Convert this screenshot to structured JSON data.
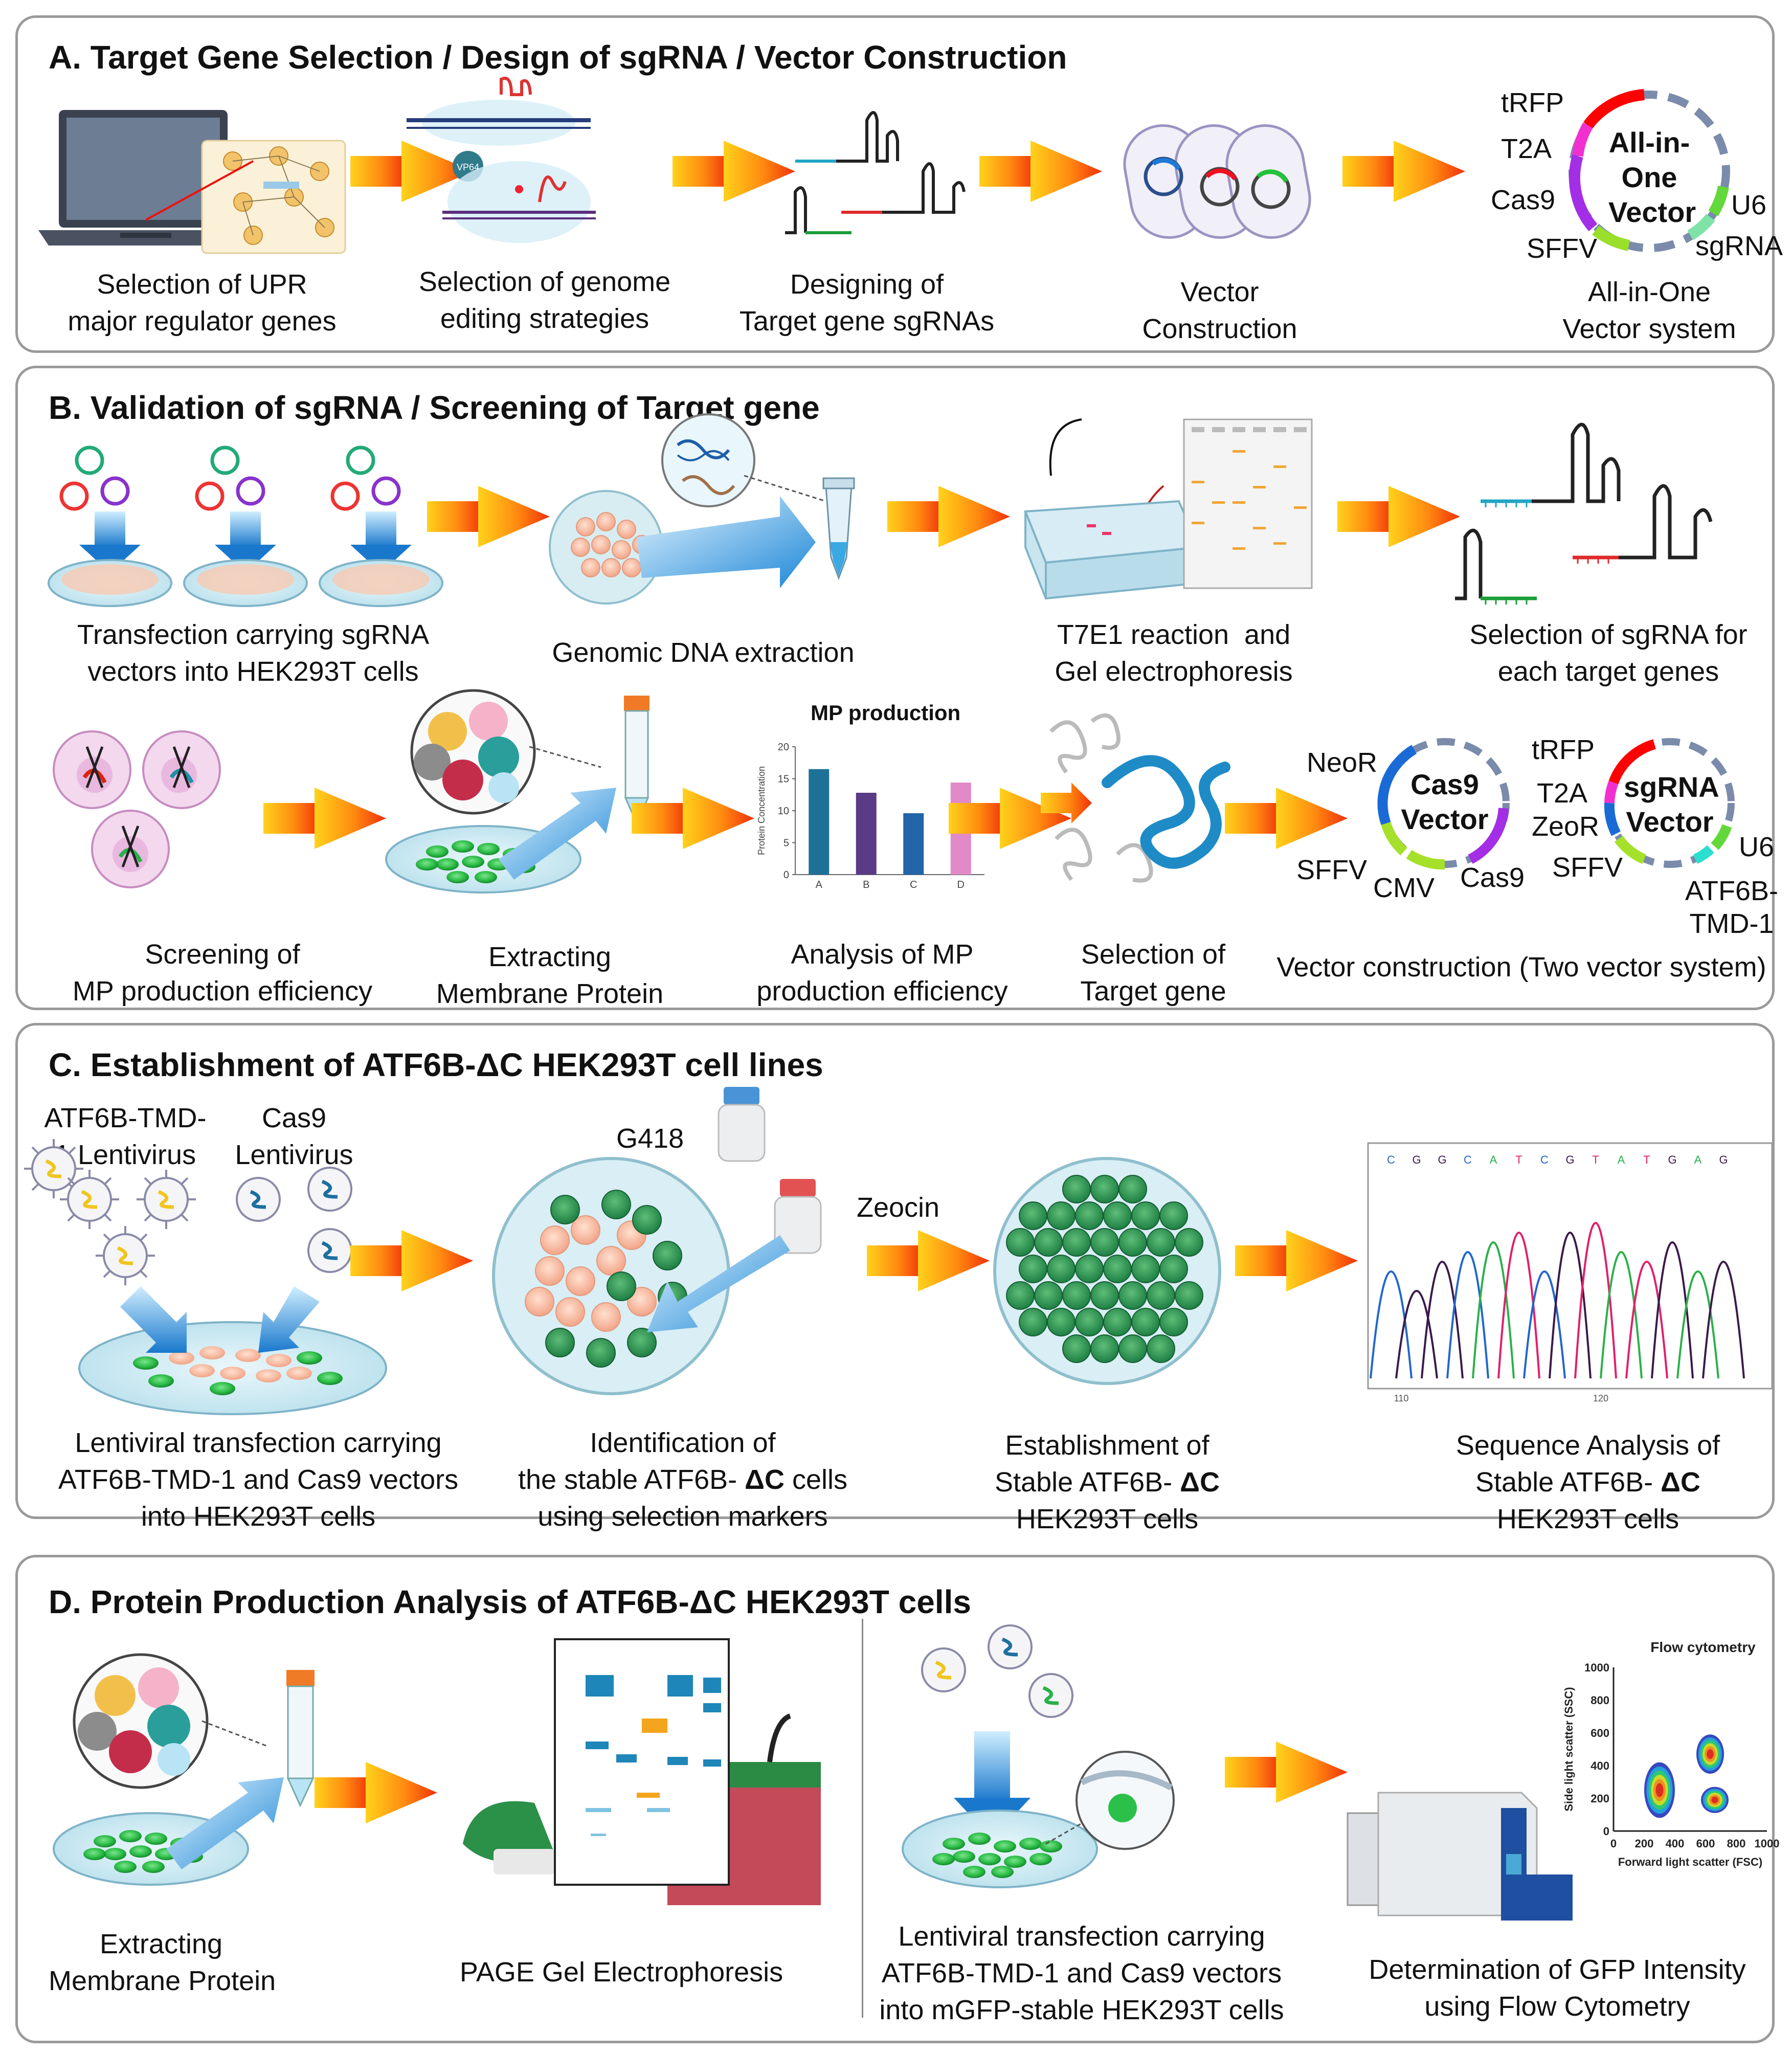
{
  "panelA": {
    "title": "A. Target Gene Selection / Design of sgRNA / Vector Construction",
    "cap1": "Selection of UPR\nmajor regulator genes",
    "cap2": "Selection of genome\nediting strategies",
    "cap3": "Designing of\nTarget gene sgRNAs",
    "cap4": "Vector\nConstruction",
    "cap5": "All-in-One\nVector system",
    "vector": {
      "center": "All-in-\nOne\nVector",
      "tRFP": "tRFP",
      "T2A": "T2A",
      "Cas9": "Cas9",
      "SFFV": "SFFV",
      "U6": "U6",
      "sgRNA": "sgRNA"
    }
  },
  "panelB": {
    "title": "B. Validation of sgRNA / Screening of Target gene",
    "cap1": "Transfection carrying sgRNA\nvectors into HEK293T cells",
    "cap2": "Genomic DNA extraction",
    "cap3": "T7E1 reaction  and\nGel electrophoresis",
    "cap4": "Selection of sgRNA for\neach target genes",
    "cap5": "Screening of\nMP production efficiency",
    "cap6": "Extracting\nMembrane Protein",
    "cap7": "Analysis of MP\nproduction efficiency",
    "cap8": "Selection of\nTarget gene",
    "cap9": "Vector construction (Two vector system)",
    "cas9vec": {
      "center": "Cas9\nVector",
      "NeoR": "NeoR",
      "SFFV": "SFFV",
      "CMV": "CMV",
      "Cas9": "Cas9"
    },
    "sgvec": {
      "center": "sgRNA\nVector",
      "tRFP": "tRFP",
      "T2A": "T2A",
      "ZeoR": "ZeoR",
      "SFFV": "SFFV",
      "U6": "U6",
      "ATF": "ATF6B-\nTMD-1"
    }
  },
  "chart_data": {
    "type": "bar",
    "title": "MP production",
    "ylabel": "Protein Concentration",
    "categories": [
      "A",
      "B",
      "C",
      "D"
    ],
    "values": [
      16.5,
      12.8,
      9.6,
      14.4
    ],
    "ylim": [
      0,
      20
    ],
    "yticks": [
      "0",
      "5",
      "10",
      "15",
      "20"
    ],
    "colors": [
      "#1e7196",
      "#5a3b85",
      "#2265a8",
      "#e18ac8"
    ]
  },
  "panelC": {
    "title": "C. Establishment of ATF6B-ΔC HEK293T cell lines",
    "lenti1": "ATF6B-TMD-\n1 Lentivirus",
    "lenti2": "Cas9\nLentivirus",
    "g418": "G418",
    "zeocin": "Zeocin",
    "cap1": "Lentiviral transfection carrying\nATF6B-TMD-1 and Cas9 vectors\ninto HEK293T cells",
    "cap2a": "Identification of",
    "cap2b": "the stable ATF6B- ",
    "cap2c": "cells",
    "cap2d": "using selection markers",
    "cap3a": "Establishment of",
    "cap3b": "Stable ATF6B- ",
    "cap3c": "HEK293T cells",
    "cap4a": "Sequence Analysis of",
    "cap4b": "Stable ATF6B- ",
    "cap4c": "HEK293T cells",
    "dc": "ΔC",
    "seq": [
      "C",
      "G",
      "G",
      "C",
      "A",
      "T",
      "C",
      "G",
      "T",
      "A",
      "T",
      "G",
      "A",
      "G"
    ],
    "seq_ticks": [
      "110",
      "120"
    ]
  },
  "panelD": {
    "title": "D. Protein Production Analysis of ATF6B-ΔC HEK293T cells",
    "cap1": "Extracting\nMembrane Protein",
    "cap2": "PAGE Gel Electrophoresis",
    "cap3": "Lentiviral transfection carrying\nATF6B-TMD-1 and Cas9 vectors\ninto mGFP-stable HEK293T cells",
    "cap4": "Determination of GFP Intensity\nusing Flow Cytometry",
    "flow": {
      "title": "Flow cytometry",
      "xlabel": "Forward light scatter (FSC)",
      "ylabel": "Side light scatter (SSC)",
      "xticks": [
        "0",
        "200",
        "400",
        "600",
        "800",
        "1000"
      ],
      "yticks": [
        "0",
        "200",
        "400",
        "600",
        "800",
        "1000"
      ]
    }
  },
  "colors": {
    "arrow_start": "#ffcf1a",
    "arrow_end": "#f23a0a",
    "blue": "#1d8fd8",
    "green_cell": "#2fc24a"
  }
}
